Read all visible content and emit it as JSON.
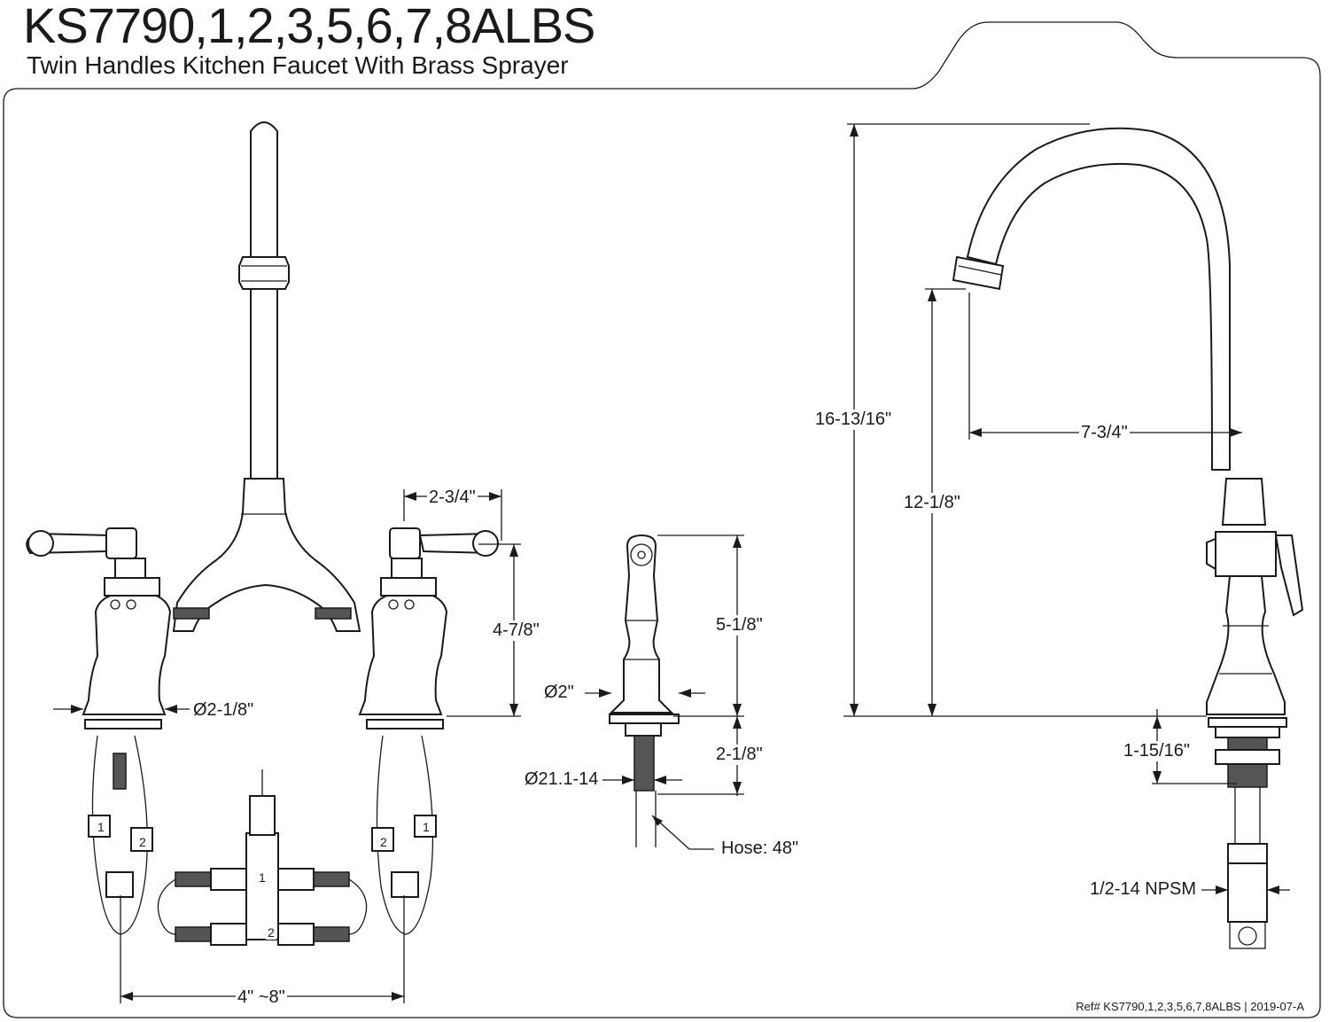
{
  "header": {
    "title": "KS7790,1,2,3,5,6,7,8ALBS",
    "subtitle": "Twin Handles Kitchen Faucet With Brass Sprayer"
  },
  "dimensions": {
    "handle_offset": "2-3/4\"",
    "handle_height": "4-7/8\"",
    "base_diameter": "Ø2-1/8\"",
    "center_spread": "4\" ~8\"",
    "sprayer_height": "5-1/8\"",
    "sprayer_diameter": "Ø2\"",
    "sprayer_shank": "2-1/8\"",
    "sprayer_thread": "Ø21.1-14",
    "hose_length": "Hose: 48\"",
    "overall_height": "16-13/16\"",
    "spout_height": "12-1/8\"",
    "spout_reach": "7-3/4\"",
    "deck_thickness": "1-15/16\"",
    "connection": "1/2-14 NPSM"
  },
  "labels": {
    "port_1": "1",
    "port_2": "2"
  },
  "footer": {
    "ref": "Ref# KS7790,1,2,3,5,6,7,8ALBS | 2019-07-A"
  }
}
